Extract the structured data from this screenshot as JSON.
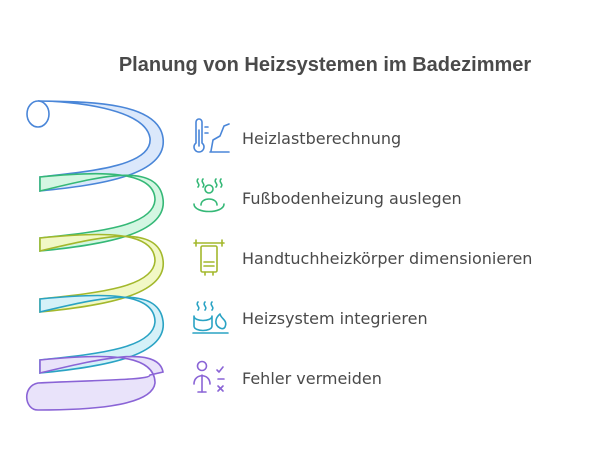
{
  "title": "Planung von Heizsystemen im Badezimmer",
  "items": [
    {
      "label": "Heizlastberechnung",
      "icon": "thermometer-chart-icon",
      "color": "#4a86d8",
      "fill": "#dbe8fb"
    },
    {
      "label": "Fußbodenheizung auslegen",
      "icon": "floor-heating-person-icon",
      "color": "#35b877",
      "fill": "#d4f6e2"
    },
    {
      "label": "Handtuchheizkörper dimensionieren",
      "icon": "towel-radiator-icon",
      "color": "#a3b82c",
      "fill": "#f1f8c6"
    },
    {
      "label": "Heizsystem integrieren",
      "icon": "heating-system-icon",
      "color": "#2aa3c4",
      "fill": "#d5f1f8"
    },
    {
      "label": "Fehler vermeiden",
      "icon": "person-checklist-icon",
      "color": "#8a64d6",
      "fill": "#e9e3fa"
    }
  ]
}
